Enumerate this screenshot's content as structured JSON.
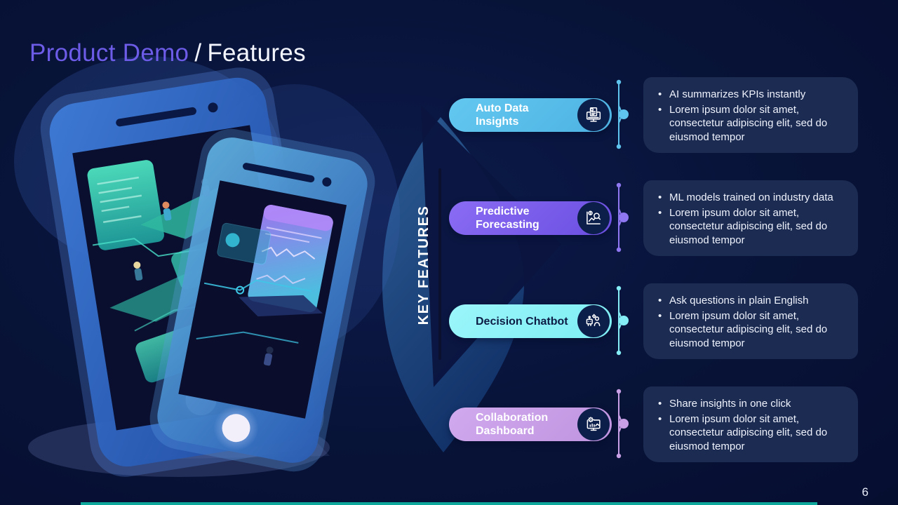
{
  "title": {
    "primary": "Product Demo",
    "separator": "/",
    "secondary": "Features"
  },
  "section_label": "KEY FEATURES",
  "page_number": "6",
  "accent_colors": {
    "title_accent": "#6c5ce7",
    "background": "#081338",
    "card_background": "#1c2b52",
    "bottom_bar": "#0ea79b"
  },
  "features": [
    {
      "label": "Auto Data Insights",
      "label_line1": "Auto Data",
      "label_line2": "Insights",
      "icon": "report-monitor-icon",
      "pill_color": "#58c0e9",
      "connector_color": "#5fc4ee",
      "bullets": [
        "AI summarizes KPIs instantly",
        "Lorem ipsum dolor sit amet, consectetur adipiscing elit, sed do eiusmod tempor"
      ]
    },
    {
      "label": "Predictive Forecasting",
      "label_line1": "Predictive",
      "label_line2": "Forecasting",
      "icon": "forecast-chart-icon",
      "pill_color": "#7a5ae8",
      "connector_color": "#8f77f2",
      "bullets": [
        "ML models trained on industry data",
        "Lorem ipsum dolor sit amet, consectetur adipiscing elit, sed do eiusmod tempor"
      ]
    },
    {
      "label": "Decision Chatbot",
      "label_line1": "Decision Chatbot",
      "label_line2": "",
      "icon": "chatbot-icon",
      "pill_color": "#8ff3f8",
      "connector_color": "#85edf5",
      "bullets": [
        "Ask questions in plain English",
        "Lorem ipsum dolor sit amet, consectetur adipiscing elit, sed do eiusmod tempor"
      ]
    },
    {
      "label": "Collaboration Dashboard",
      "label_line1": "Collaboration",
      "label_line2": "Dashboard",
      "icon": "dashboard-gear-icon",
      "pill_color": "#c9a0e6",
      "connector_color": "#c9a0e6",
      "bullets": [
        "Share insights in one click",
        "Lorem ipsum dolor sit amet, consectetur adipiscing elit, sed do eiusmod tempor"
      ]
    }
  ]
}
